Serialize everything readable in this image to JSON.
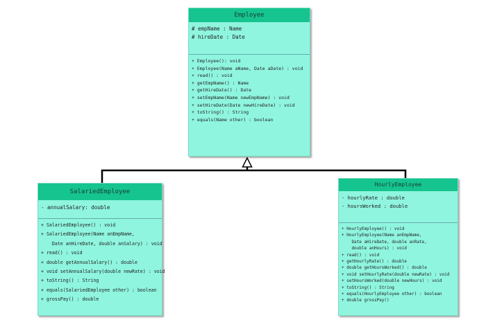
{
  "classes": {
    "employee": {
      "name": "Employee",
      "attributes": [
        "# empName : Name",
        "# hireDate : Date"
      ],
      "operations": [
        "+ Employee(): void",
        "+ Employee(Name aName, Date aDate) : void",
        "+ read() : void",
        "+ getEmpName() : Name",
        "+ getHireDate() : Date",
        "+ setEmpName(Name newEmpName) : void",
        "+ setHireDate(Date newHireDate) : void",
        "+ toString() : String",
        "+ equals(Name other) : boolean"
      ]
    },
    "salaried": {
      "name": "SalariedEmployee",
      "attributes": [
        "- annualSalary: double"
      ],
      "operations": [
        "+ SalariedEmployee() : void",
        "+ SalariedEmployee(Name anEmpName,",
        "    Date anHireDate, double anSalary) : void",
        "+ read() : void",
        "+ double getAnnualSalary() : double",
        "+ void setAnnualSalary(double newRate) : void",
        "+ toString() : String",
        "+ equals(SalariedEmployee other) : boolean",
        "+ grossPay() : double"
      ]
    },
    "hourly": {
      "name": "HourlyEmployee",
      "attributes": [
        "- hourlyRate : double",
        "- hoursWorked : double"
      ],
      "operations": [
        "+ HourlyEmployee() : void",
        "+ HourlyEmployee(Name anEmpName,",
        "    Date aHireDate, double anRate,",
        "    double anHours) : void",
        "+ read() : void",
        "+ getHourlyRate() : double",
        "+ double getHoursWorked() : double",
        "+ void setHourlyRate(double newRate) : void",
        "+ setHoursWorked(double newHours) : void",
        "+ toString() : String",
        "+ equals(HourlyEmployee other) : boolean",
        "+ double grossPay()"
      ]
    }
  },
  "relationships": [
    {
      "type": "generalization",
      "from": "SalariedEmployee",
      "to": "Employee"
    },
    {
      "type": "generalization",
      "from": "HourlyEmployee",
      "to": "Employee"
    }
  ],
  "colors": {
    "header": "#15c48e",
    "body": "#8ff5df",
    "line": "#000000"
  }
}
